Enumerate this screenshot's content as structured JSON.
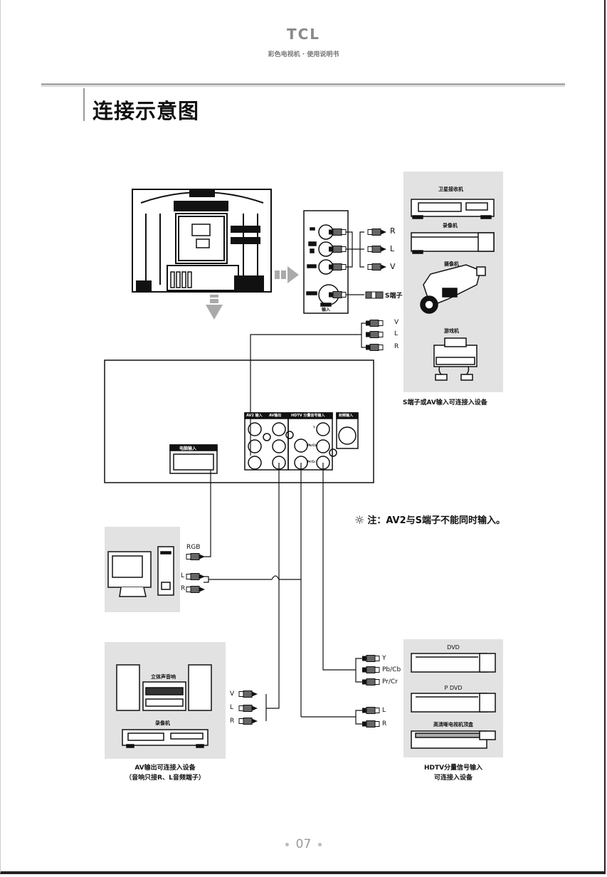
{
  "header": {
    "brand": "TCL",
    "subtitle": "彩色电视机 · 使用说明书"
  },
  "page_title": "连接示意图",
  "tv_side_panel": {
    "jack_labels": [
      "R",
      "L",
      "V",
      "S端子"
    ],
    "panel_bottom_label": "输入"
  },
  "top_right_group": {
    "devices": [
      "卫星接收机",
      "录像机",
      "摄像机",
      "游戏机"
    ],
    "av_plug_labels": [
      "V",
      "L",
      "R"
    ],
    "caption": "S端子或AV输入可连接入设备"
  },
  "rear_panel": {
    "rgb_port_label": "电脑输入",
    "port_groups": [
      "AV2 输入",
      "AV输出",
      "HDTV 分量信号输入",
      "射频输入"
    ],
    "component_labels": [
      "Y",
      "Pb/Cb",
      "Pr/Cr"
    ]
  },
  "note": {
    "icon": "lightbulb-icon",
    "text": "注：AV2与S端子不能同时输入。"
  },
  "computer_group": {
    "plug_labels": [
      "RGB",
      "L",
      "R"
    ]
  },
  "av_out_group": {
    "devices": [
      "立体声音响",
      "录像机"
    ],
    "plug_labels": [
      "V",
      "L",
      "R"
    ],
    "caption_line1": "AV输出可连接入设备",
    "caption_line2": "（音响只接R、L音频端子）"
  },
  "hdtv_group": {
    "devices": [
      "DVD",
      "P DVD",
      "高清晰电视机顶盒"
    ],
    "component_plug_labels": [
      "Y",
      "Pb/Cb",
      "Pr/Cr"
    ],
    "audio_plug_labels": [
      "L",
      "R"
    ],
    "caption_line1": "HDTV分量信号输入",
    "caption_line2": "可连接入设备"
  },
  "footer": {
    "page_number": "07"
  }
}
